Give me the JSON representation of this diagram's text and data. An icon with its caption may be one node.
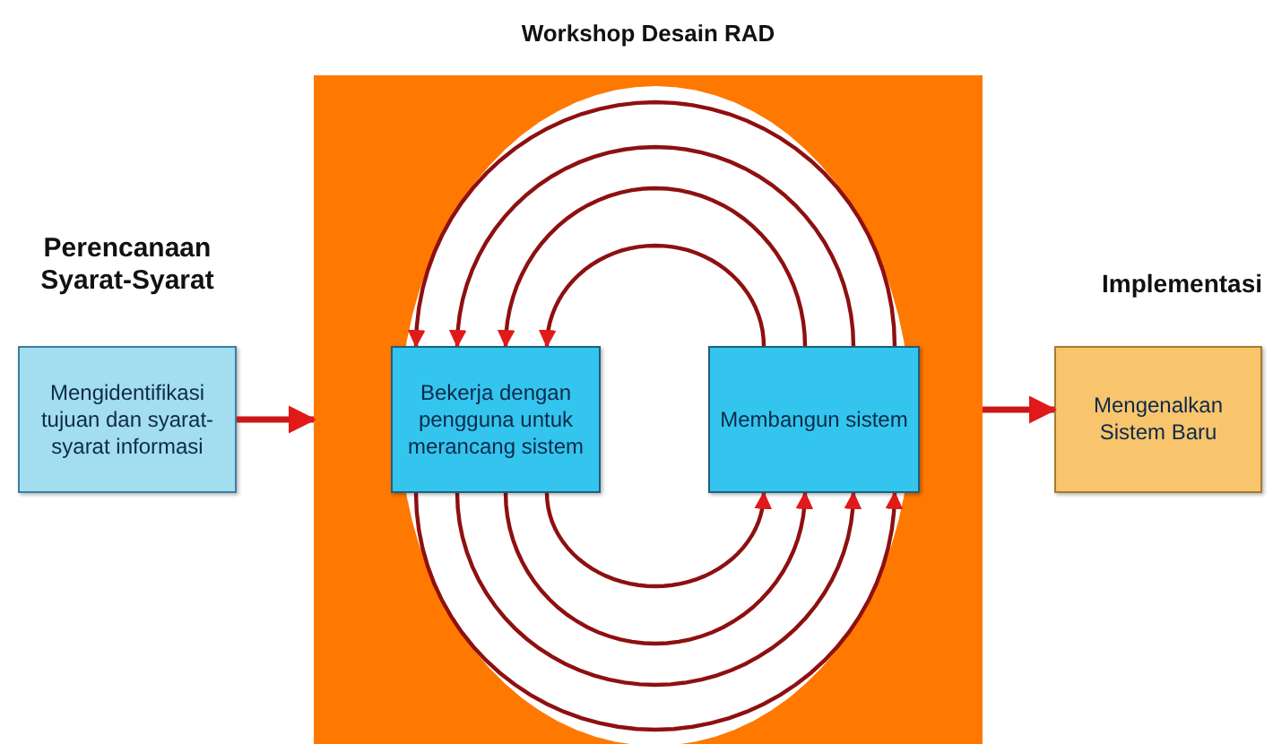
{
  "diagram": {
    "nodes": [
      {
        "text": [
          "Perencanaan Syarat-Syarat",
          "Mengidentifikasi tujuan dan syarat-syarat informasi"
        ]
      },
      {
        "text": [
          "Workshop Desain RAD"
        ]
      },
      {
        "text": [
          "Bekerja dengan pengguna untuk merancang sistem"
        ],
        "in": 1
      },
      {
        "text": [
          "Membangun sistem"
        ],
        "in": 1
      },
      {
        "text": [
          "Implementasi",
          "Mengenalkan Sistem Baru"
        ]
      }
    ],
    "edges": [
      {
        "from": 0,
        "to": 1,
        "arrow": "to"
      },
      {
        "from": 3,
        "to": 2,
        "arrow": "to"
      },
      {
        "from": 3,
        "to": 2,
        "arrow": "to"
      },
      {
        "from": 3,
        "to": 2,
        "arrow": "to"
      },
      {
        "from": 3,
        "to": 2,
        "arrow": "to"
      },
      {
        "from": 2,
        "to": 3,
        "arrow": "to"
      },
      {
        "from": 2,
        "to": 3,
        "arrow": "to"
      },
      {
        "from": 2,
        "to": 3,
        "arrow": "to"
      },
      {
        "from": 2,
        "to": 3,
        "arrow": "to"
      },
      {
        "from": 1,
        "to": 4,
        "arrow": "to"
      }
    ]
  }
}
